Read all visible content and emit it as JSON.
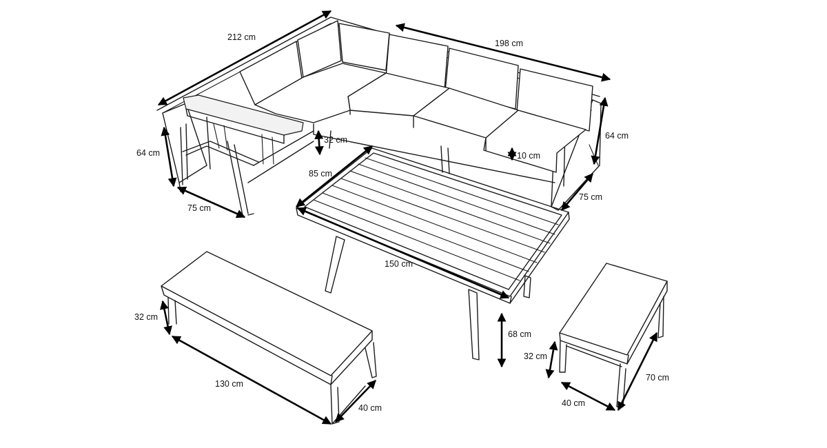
{
  "dimensions": {
    "sofa_long_side": "212 cm",
    "sofa_short_side": "198 cm",
    "sofa_left_height": "64 cm",
    "sofa_right_height": "64 cm",
    "sofa_left_depth": "75 cm",
    "sofa_right_depth": "75 cm",
    "seat_height": "32 cm",
    "cushion_thickness": "10 cm",
    "table_width": "85 cm",
    "table_length": "150 cm",
    "table_height": "68 cm",
    "long_bench_height": "32 cm",
    "long_bench_length": "130 cm",
    "long_bench_depth": "40 cm",
    "small_bench_height": "32 cm",
    "small_bench_length": "70 cm",
    "small_bench_depth": "40 cm"
  }
}
